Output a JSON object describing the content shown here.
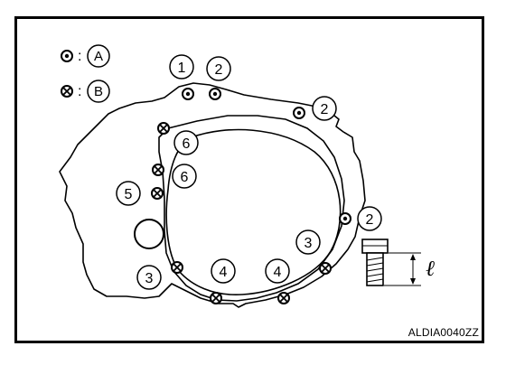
{
  "legend": {
    "a_label": "A",
    "b_label": "B",
    "separator": ":"
  },
  "callouts": [
    {
      "id": "c1",
      "text": "1"
    },
    {
      "id": "c2",
      "text": "2"
    },
    {
      "id": "c3",
      "text": "2"
    },
    {
      "id": "c4",
      "text": "2"
    },
    {
      "id": "c5",
      "text": "6"
    },
    {
      "id": "c6",
      "text": "6"
    },
    {
      "id": "c7",
      "text": "5"
    },
    {
      "id": "c8",
      "text": "3"
    },
    {
      "id": "c9",
      "text": "3"
    },
    {
      "id": "c10",
      "text": "4"
    },
    {
      "id": "c11",
      "text": "4"
    }
  ],
  "bolt_length_symbol": "ℓ",
  "figure_code": "ALDIA0040ZZ",
  "colors": {
    "line": "#000000",
    "background": "#ffffff"
  }
}
